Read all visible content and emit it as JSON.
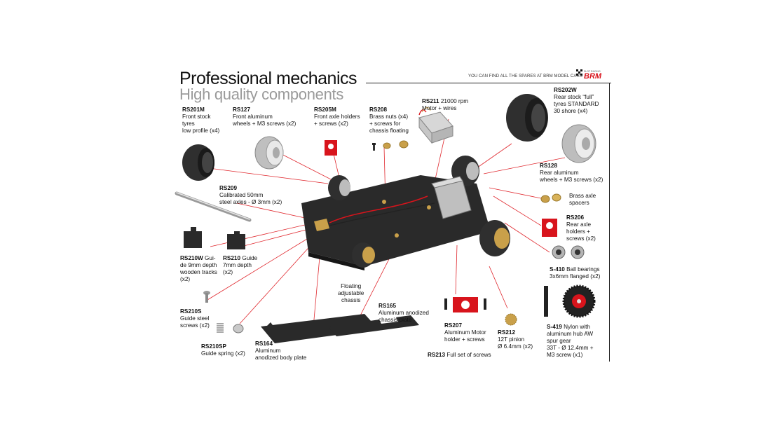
{
  "header": {
    "title": "Professional mechanics",
    "subtitle": "High quality components",
    "tagline": "YOU CAN FIND ALL THE SPARES AT BRM MODEL CARS",
    "brand": "BRM",
    "brand_small": "SLOT RACING"
  },
  "parts": [
    {
      "code": "RS201M",
      "desc": "Front stock\ntyres\nlow profile (x4)"
    },
    {
      "code": "RS127",
      "desc": "Front aluminum\nwheels + M3 screws (x2)"
    },
    {
      "code": "RS205M",
      "desc": "Front axle holders\n+ screws (x2)"
    },
    {
      "code": "RS208",
      "desc": "Brass nuts (x4)\n+ screws for\nchassis floating"
    },
    {
      "code": "RS211",
      "desc": "21000 rpm\nMotor + wires"
    },
    {
      "code": "RS202W",
      "desc": "Rear stock “full”\ntyres STANDARD\n30 shore (x4)"
    },
    {
      "code": "RS128",
      "desc": "Rear aluminum\nwheels + M3 screws (x2)"
    },
    {
      "code": "",
      "desc": "Brass axle\nspacers"
    },
    {
      "code": "RS206",
      "desc": "Rear axle\nholders +\nscrews (x2)"
    },
    {
      "code": "S-410",
      "desc": "Ball bearings\n3x6mm flanged (x2)"
    },
    {
      "code": "S-419",
      "desc": "Nylon with\naluminum hub AW\nspur gear\n33T  - Ø 12.4mm +\nM3 screw (x1)"
    },
    {
      "code": "RS209",
      "desc": "Calibrated 50mm\nsteel axles - Ø 3mm (x2)"
    },
    {
      "code": "RS210W",
      "desc": "Gui-\nde 9mm depth\nwooden tracks\n(x2)"
    },
    {
      "code": "RS210",
      "desc": "Guide\n7mm depth\n(x2)"
    },
    {
      "code": "RS210S",
      "desc": "Guide steel\nscrews (x2)"
    },
    {
      "code": "RS210SP",
      "desc": "Guide spring (x2)"
    },
    {
      "code": "RS164",
      "desc": "Aluminum\nanodized body plate"
    },
    {
      "code": "",
      "desc": "Floating\nadjustable\nchassis"
    },
    {
      "code": "RS165",
      "desc": "Aluminum anodized\nchassis plate"
    },
    {
      "code": "RS207",
      "desc": "Aluminum Motor\nholder + screws"
    },
    {
      "code": "RS212",
      "desc": "12T pinion\nØ 6.4mm (x2)"
    },
    {
      "code": "RS213",
      "desc": "Full set of screws"
    }
  ],
  "colors": {
    "accent_red": "#d8141c",
    "line_red": "#e0282e",
    "chassis": "#2a2a2a",
    "tyre": "#2f2f2f",
    "aluminum": "#c8c8c8",
    "brass": "#c9a04a"
  }
}
